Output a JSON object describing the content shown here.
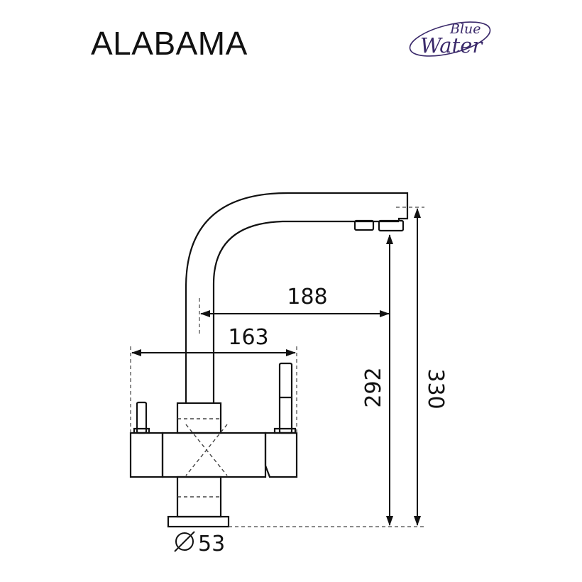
{
  "header": {
    "title": "ALABAMA",
    "logo": {
      "line1": "Blue",
      "line2": "Water",
      "color": "#3b2a6b"
    }
  },
  "dimensions": {
    "spout_reach": "188",
    "handle_span": "163",
    "spout_height": "292",
    "total_height": "330",
    "base_diameter": "53",
    "diameter_symbol": "∅"
  },
  "colors": {
    "stroke": "#111111",
    "dash": "#444444"
  }
}
